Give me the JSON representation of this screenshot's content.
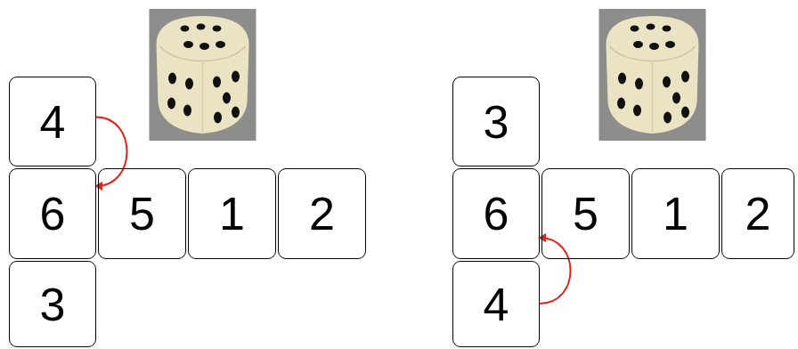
{
  "diagram": {
    "nodes": [
      {
        "text": [
          "4"
        ]
      },
      {
        "text": [
          "6"
        ]
      },
      {
        "text": [
          "5"
        ]
      },
      {
        "text": [
          "1"
        ]
      },
      {
        "text": [
          "2"
        ]
      },
      {
        "text": [
          "3"
        ]
      },
      {
        "text": [
          "3"
        ]
      },
      {
        "text": [
          "6"
        ]
      },
      {
        "text": [
          "5"
        ]
      },
      {
        "text": [
          "1"
        ]
      },
      {
        "text": [
          "2"
        ]
      },
      {
        "text": [
          "4"
        ]
      }
    ],
    "edges": [
      {
        "from": 0,
        "to": 1,
        "arrow": "to"
      },
      {
        "from": 11,
        "to": 7,
        "arrow": "to"
      }
    ]
  }
}
